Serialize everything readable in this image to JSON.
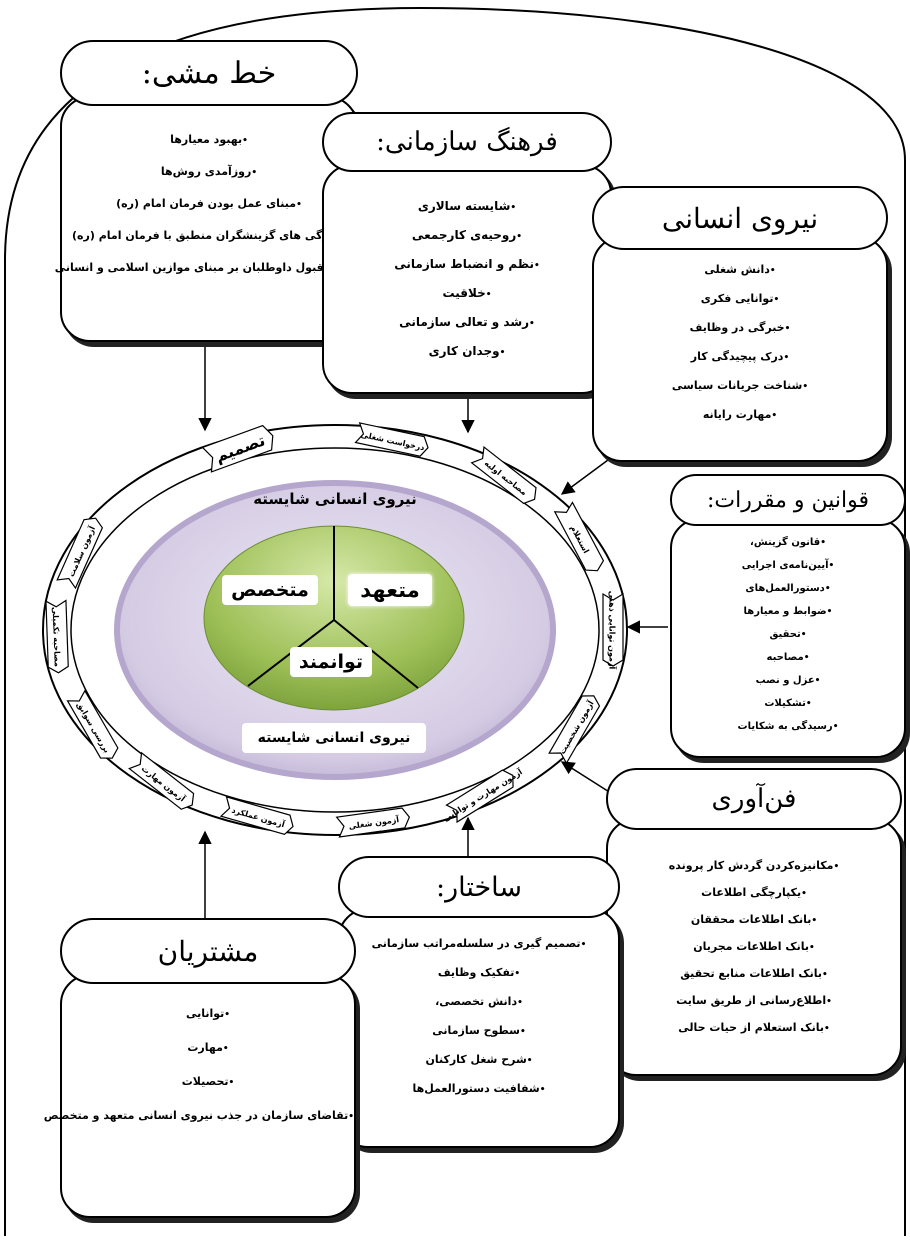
{
  "boxes": {
    "policy": {
      "title": "خط مشی:",
      "items": [
        "بهبود معیارها",
        "روزآمدی روش‌ها",
        "مبنای عمل بودن فرمان امام (ره)",
        "ویژگی های گزینشگران منطبق با فرمان امام (ره)",
        "رد و قبول داوطلبان بر مبنای موازین اسلامی و انسانی"
      ]
    },
    "culture": {
      "title": "فرهنگ سازمانی:",
      "items": [
        "شایسته سالاری",
        "روحیه‌ی کارجمعی",
        "نظم و انضباط سازمانی",
        "خلاقیت",
        "رشد و تعالی سازمانی",
        "وجدان کاری"
      ]
    },
    "manpower": {
      "title": "نیروی انسانی",
      "items": [
        "دانش شغلی",
        "توانایی فکری",
        "خبرگی در وظایف",
        "درک پیچیدگی کار",
        "شناخت جریانات سیاسی",
        "مهارت رایانه"
      ]
    },
    "rules": {
      "title": "قوانین و مقررات:",
      "items": [
        "قانون گزینش،",
        "آیین‌نامه‌ی اجرایی",
        "دستورالعمل‌های",
        "ضوابط و معیارها",
        "تحقیق",
        "مصاحبه",
        "عزل و نصب",
        "تشکیلات",
        "رسیدگی به شکایات"
      ]
    },
    "technology": {
      "title": "فن‌آوری",
      "items": [
        "مکانیزه‌کردن گردش کار پرونده",
        "یکپارچگی اطلاعات",
        "بانک اطلاعات محققان",
        "بانک اطلاعات مجریان",
        "بانک اطلاعات منابع تحقیق",
        "اطلاع‌رسانی از طریق سایت",
        "بانک استعلام از حیات حالی"
      ]
    },
    "structure": {
      "title": "ساختار:",
      "items": [
        "تصمیم گیری در سلسله‌مراتب سازمانی",
        "تفکیک وظایف",
        "دانش تخصصی،",
        "سطوح سازمانی",
        "شرح شغل کارکنان",
        "شفافیت دستورالعمل‌ها"
      ]
    },
    "customers": {
      "title": "مشتریان",
      "items": [
        "توانایی",
        "مهارت",
        "تحصیلات",
        "تقاضای سازمان در جذب نیروی انسانی متعهد و متخصص"
      ]
    }
  },
  "ring": {
    "steps": [
      "تصمیم",
      "درخواست شغلی",
      "مصاحبه اولیه",
      "استعلام",
      "آزمون توانایی ذهنی",
      "آزمون شخصیت",
      "آزمون مهارت و توانایی",
      "آزمون شغلی",
      "آزمون عملکرد",
      "آزمون مهارت",
      "بررسی سوابق",
      "مصاحبه تکمیلی",
      "آزمون سلامت"
    ]
  },
  "center": {
    "top_label": "نیروی انسانی شایسته",
    "bottom_label": "نیروی انسانی شایسته",
    "segments": [
      "متعهد",
      "متخصص",
      "توانمند"
    ]
  },
  "colors": {
    "stroke": "#000000",
    "inner_ellipse": "#d5cce4",
    "inner_ellipse_rim": "#b4a6cc",
    "core": "#9dbf56",
    "core_light": "#c5dc8f"
  }
}
